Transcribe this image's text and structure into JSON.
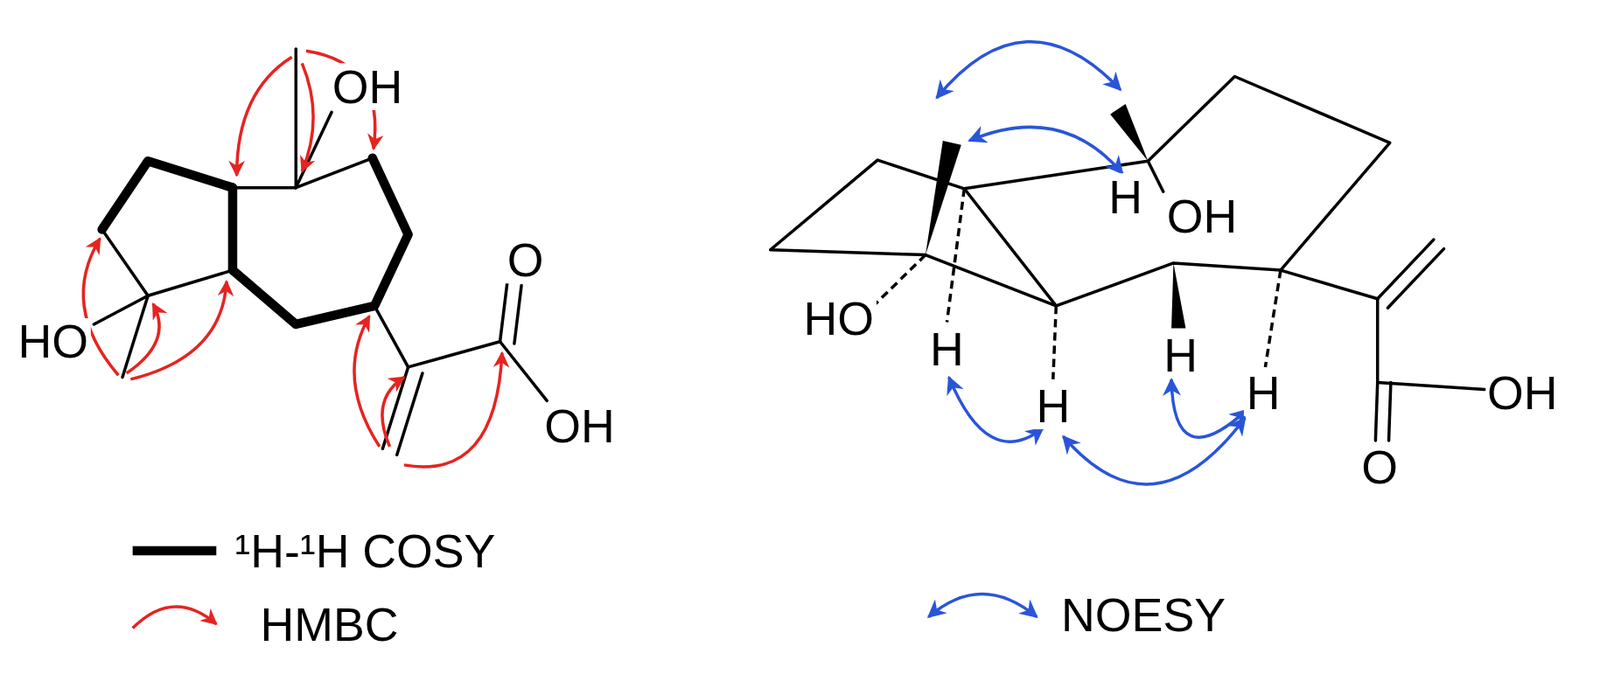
{
  "diagram": {
    "labels": [
      "OH",
      "HO",
      "O",
      "OH",
      "HO",
      "H",
      "OH",
      "H",
      "H",
      "H",
      "H",
      "O",
      "OH"
    ],
    "legend": [
      {
        "text": "¹H-¹H COSY"
      },
      {
        "text": "HMBC"
      },
      {
        "text": "NOESY"
      }
    ]
  }
}
